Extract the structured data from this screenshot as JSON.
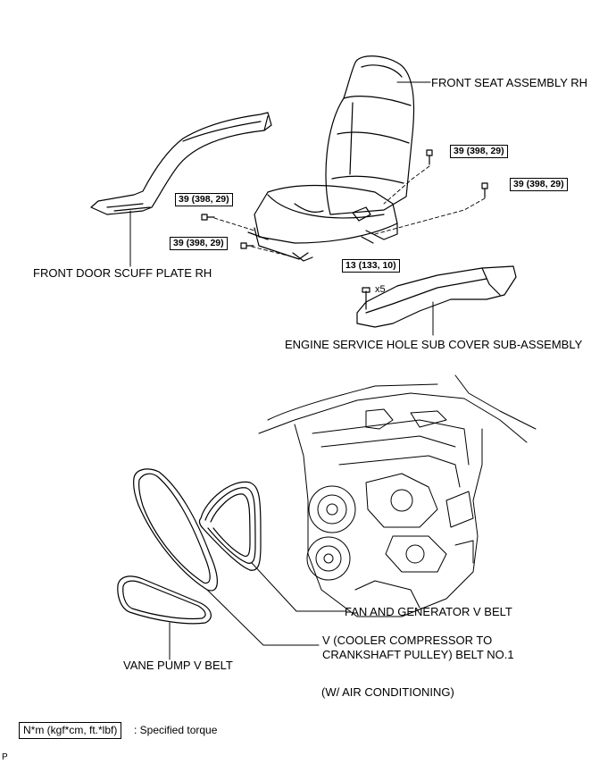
{
  "labels": {
    "front_seat": "FRONT SEAT ASSEMBLY RH",
    "scuff_plate": "FRONT DOOR SCUFF PLATE RH",
    "service_cover": "ENGINE SERVICE HOLE SUB COVER SUB-ASSEMBLY",
    "fan_belt": "FAN AND GENERATOR V BELT",
    "cooler_belt_line1": "V (COOLER COMPRESSOR TO",
    "cooler_belt_line2": "CRANKSHAFT PULLEY) BELT NO.1",
    "vane_belt": "VANE PUMP V BELT",
    "air_cond_note": "(W/ AIR CONDITIONING)"
  },
  "torques": {
    "seat_rear_upper": "39 (398, 29)",
    "seat_rear_right": "39 (398, 29)",
    "seat_front_left": "39 (398, 29)",
    "seat_front_lower": "39 (398, 29)",
    "cover_bolt": "13 (133, 10)"
  },
  "quantity": "x5",
  "legend": {
    "box": "N*m (kgf*cm, ft.*lbf)",
    "text": ": Specified torque"
  },
  "corner_mark": "P"
}
